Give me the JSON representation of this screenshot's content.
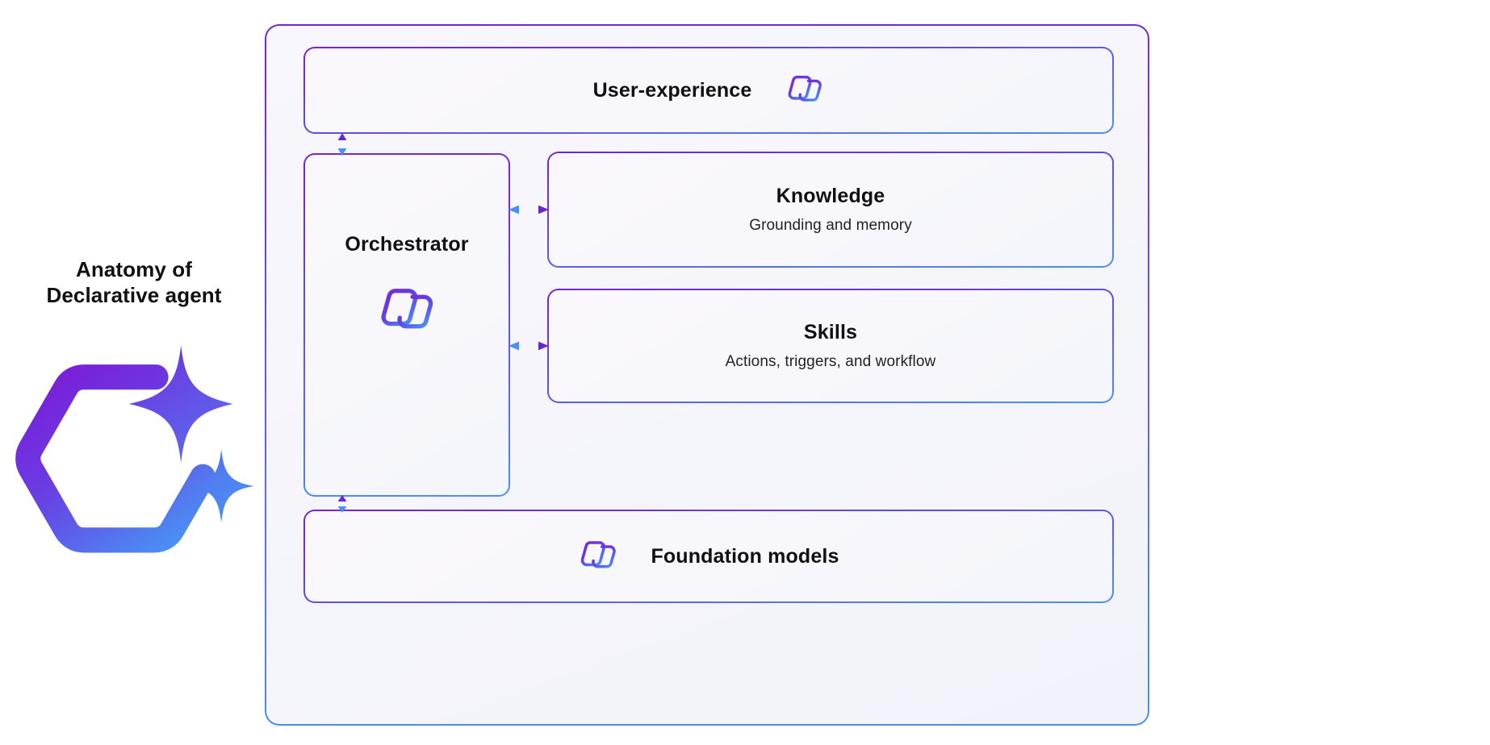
{
  "caption": {
    "title": "Anatomy of\nDeclarative agent",
    "icon": "agent-hexagon-sparkle-icon"
  },
  "diagram": {
    "name": "declarative-agent-anatomy-diagram",
    "frame_border_gradient": [
      "#7126d6",
      "#4a90f4"
    ],
    "frame_fill": "#f5f5fb",
    "cards": [
      {
        "id": "user-experience",
        "title": "User-experience",
        "subtitle": "",
        "icon": "copilot-icon",
        "icon_position": "right"
      },
      {
        "id": "orchestrator",
        "title": "Orchestrator",
        "subtitle": "",
        "icon": "copilot-icon",
        "icon_position": "below"
      },
      {
        "id": "knowledge",
        "title": "Knowledge",
        "subtitle": "Grounding and memory",
        "icon": "",
        "icon_position": "none"
      },
      {
        "id": "skills",
        "title": "Skills",
        "subtitle": "Actions, triggers, and workflow",
        "icon": "",
        "icon_position": "none"
      },
      {
        "id": "foundation-models",
        "title": "Foundation models",
        "subtitle": "",
        "icon": "copilot-icon",
        "icon_position": "left"
      }
    ],
    "connectors": [
      {
        "id": "ux-orchestrator",
        "orientation": "vertical",
        "heads": "both"
      },
      {
        "id": "orchestrator-knowledge",
        "orientation": "horizontal",
        "heads": "both"
      },
      {
        "id": "orchestrator-skills",
        "orientation": "horizontal",
        "heads": "both"
      },
      {
        "id": "orchestrator-foundation",
        "orientation": "vertical",
        "heads": "both"
      }
    ]
  },
  "colors": {
    "accent_purple": "#7126d6",
    "accent_blue": "#4a90f4",
    "text_primary": "#111111",
    "text_secondary": "#232323",
    "page_background": "#ffffff",
    "card_fill": "#f8f7fc"
  }
}
